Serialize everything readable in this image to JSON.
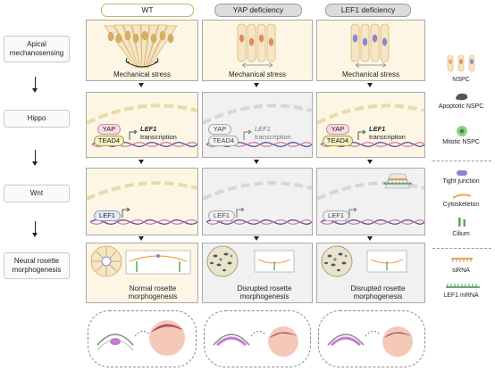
{
  "columns": [
    {
      "header": "WT",
      "style": "wt"
    },
    {
      "header": "YAP deficiency",
      "style": "def"
    },
    {
      "header": "LEF1 deficiency",
      "style": "def"
    }
  ],
  "stages": [
    "Apical mechanosensing",
    "Hippo",
    "Wnt",
    "Neural rosette morphogenesis"
  ],
  "mechanical_stress_label": "Mechanical stress",
  "hippo": {
    "yap": "YAP",
    "tead4": "TEAD4",
    "lef1": "LEF1",
    "transcription": "transcription"
  },
  "wnt": {
    "lef1": "LEF1"
  },
  "outcomes": [
    "Normal rosette morphogenesis",
    "Disrupted rosette morphogenesis",
    "Disrupted rosette morphogenesis"
  ],
  "legend": [
    {
      "label": "NSPC",
      "icon": "nspc-cells"
    },
    {
      "label": "Apoptotic NSPC",
      "icon": "apoptotic-cell"
    },
    {
      "label": "Mitotic NSPC",
      "icon": "mitotic-cell"
    },
    {
      "label": "Tight junction",
      "icon": "tight-junction"
    },
    {
      "label": "Cytoskeleton",
      "icon": "cytoskeleton"
    },
    {
      "label": "Cilium",
      "icon": "cilium"
    },
    {
      "label": "siRNA",
      "icon": "sirna"
    },
    {
      "label": "LEF1 mRNA",
      "icon": "lef1-mrna"
    }
  ],
  "colors": {
    "wt_panel": "#fdf6e4",
    "deficiency_panel": "#f1f1f1",
    "yap": "#f8dce4",
    "tead4": "#f3efc2",
    "lef1": "#e5ebf8",
    "dna_purple": "#5b4fa3",
    "dna_pink": "#d27fa3",
    "cilium_green": "#5aa75a",
    "tight_junction": "#8c86c7",
    "cytoskeleton": "#f2a545"
  }
}
